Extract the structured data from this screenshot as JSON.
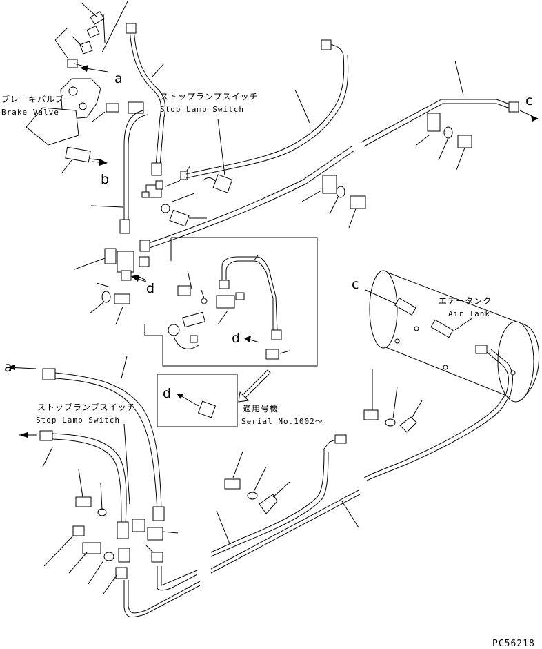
{
  "labels": {
    "a": "a",
    "b": "b",
    "c": "c",
    "d": "d"
  },
  "callouts": {
    "brake_valve_jp": "ブレーキバルブ",
    "brake_valve_en": "Brake Valve",
    "stop_lamp_switch_jp": "ストップランプスイッチ",
    "stop_lamp_switch_en": "Stop Lamp Switch",
    "air_tank_jp": "エアータンク",
    "air_tank_en": "Air Tank",
    "serial_jp": "適用号機",
    "serial_en": "Serial No.1002～"
  },
  "drawing_code": "PC56218"
}
